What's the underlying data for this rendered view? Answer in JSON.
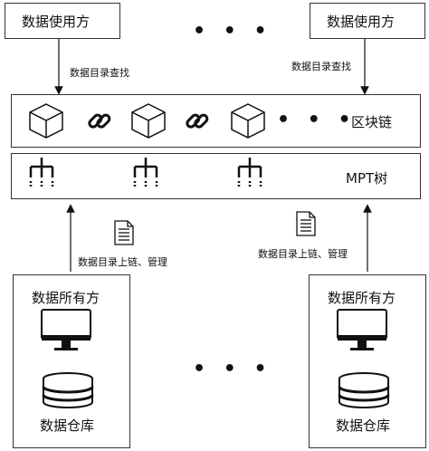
{
  "top": {
    "user_left_label": "数据使用方",
    "user_right_label": "数据使用方",
    "ellipsis": "• • •",
    "query_left_label": "数据目录查找",
    "query_right_label": "数据目录查找"
  },
  "layers": {
    "blockchain_label": "区块链",
    "blockchain_ellipsis": "• • •",
    "mpt_label": "MPT树"
  },
  "upload": {
    "left_label": "数据目录上链、管理",
    "right_label": "数据目录上链、管理"
  },
  "bottom": {
    "owner_left_label": "数据所有方",
    "owner_right_label": "数据所有方",
    "warehouse_left_label": "数据仓库",
    "warehouse_right_label": "数据仓库",
    "ellipsis": "• • •"
  }
}
